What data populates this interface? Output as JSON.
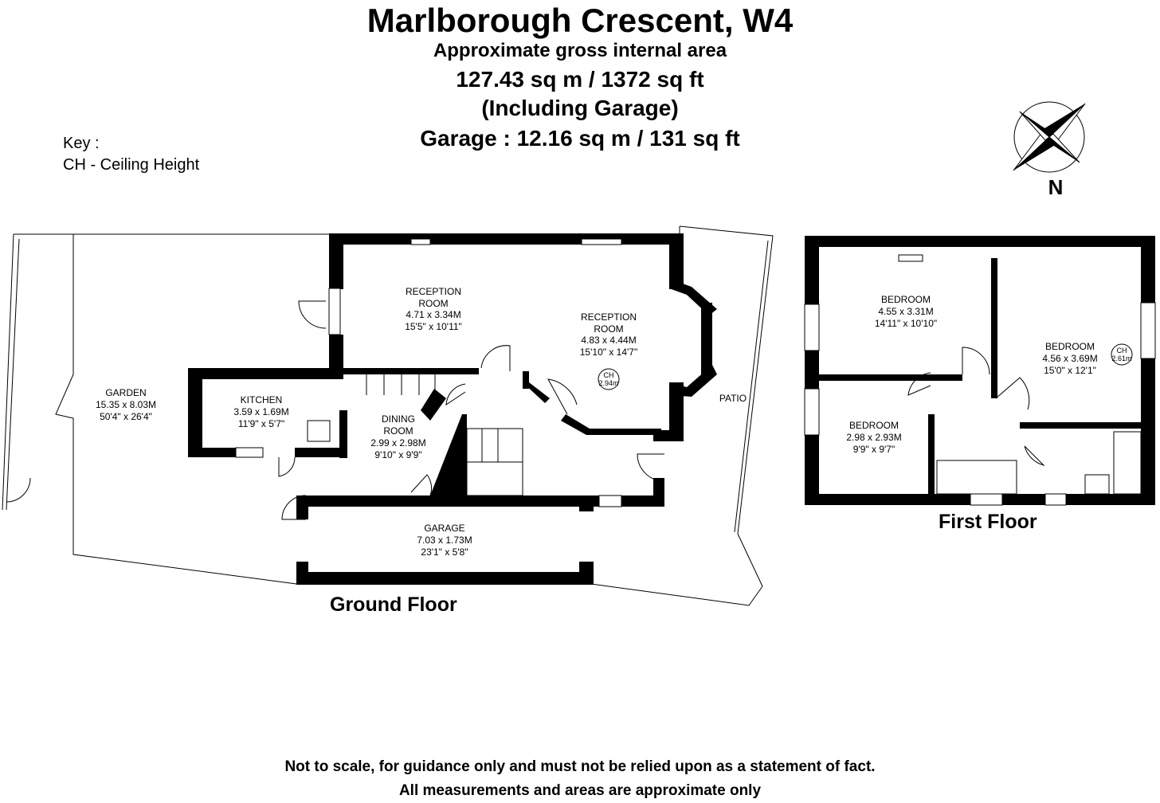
{
  "header": {
    "title": "Marlborough Crescent, W4",
    "subtitle": "Approximate gross internal area",
    "area": "127.43 sq m /  1372 sq ft",
    "including": "(Including Garage)",
    "garage": "Garage : 12.16 sq m /  131 sq ft"
  },
  "key": {
    "title": "Key :",
    "item": "CH - Ceiling Height"
  },
  "compass": {
    "label": "N",
    "icon": "compass-rose-icon"
  },
  "ground_floor": {
    "label": "Ground Floor",
    "rooms": {
      "garden": {
        "name": "GARDEN",
        "metric": "15.35 x 8.03M",
        "imperial": "50'4\" x 26'4\""
      },
      "kitchen": {
        "name": "KITCHEN",
        "metric": "3.59 x 1.69M",
        "imperial": "11'9\" x 5'7\""
      },
      "dining": {
        "name1": "DINING",
        "name2": "ROOM",
        "metric": "2.99 x 2.98M",
        "imperial": "9'10\" x 9'9\""
      },
      "reception1": {
        "name1": "RECEPTION",
        "name2": "ROOM",
        "metric": "4.71 x 3.34M",
        "imperial": "15'5\" x 10'11\""
      },
      "reception2": {
        "name1": "RECEPTION",
        "name2": "ROOM",
        "metric": "4.83 x 4.44M",
        "imperial": "15'10\" x 14'7\""
      },
      "garage": {
        "name": "GARAGE",
        "metric": "7.03 x 1.73M",
        "imperial": "23'1\" x 5'8\""
      },
      "patio": {
        "name": "PATIO"
      }
    },
    "ceiling": {
      "label": "CH",
      "value": "2.94m"
    }
  },
  "first_floor": {
    "label": "First Floor",
    "rooms": {
      "bedroom1": {
        "name": "BEDROOM",
        "metric": "4.55 x 3.31M",
        "imperial": "14'11\" x 10'10\""
      },
      "bedroom2": {
        "name": "BEDROOM",
        "metric": "4.56 x 3.69M",
        "imperial": "15'0\" x 12'1\""
      },
      "bedroom3": {
        "name": "BEDROOM",
        "metric": "2.98 x 2.93M",
        "imperial": "9'9\" x 9'7\""
      }
    },
    "ceiling": {
      "label": "CH",
      "value": "2.61m"
    }
  },
  "disclaimer": {
    "line1": "Not to scale, for guidance only and must not be relied upon as a statement of fact.",
    "line2": "All measurements and areas are approximate only"
  }
}
